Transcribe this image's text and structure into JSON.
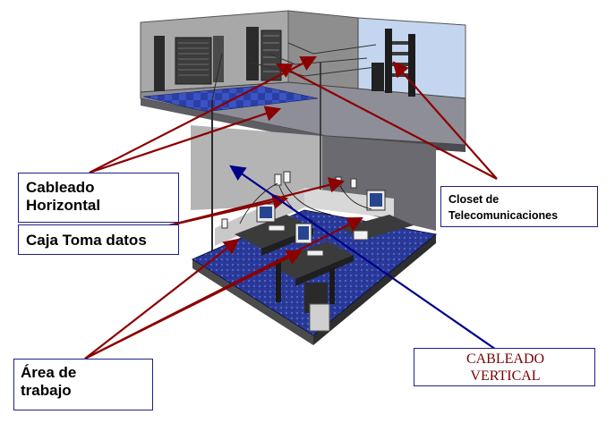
{
  "labels": {
    "horizontal": [
      "Cableado",
      "Horizontal"
    ],
    "caja": "Caja Toma datos",
    "closet": [
      "Closet de",
      "Telecomunicaciones"
    ],
    "area": [
      "Área de",
      "trabajo"
    ],
    "vertical": [
      "CABLEADO",
      "VERTICAL"
    ]
  },
  "colors": {
    "arrow_red": "#8b0000",
    "arrow_blue": "#00008b",
    "floor_blue": "#2a3a9a",
    "wall_gray": "#9a9a9a",
    "closet_wall": "#c4d6ef"
  }
}
